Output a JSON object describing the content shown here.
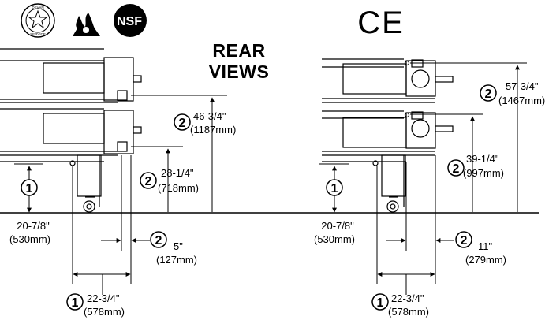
{
  "title": {
    "line1": "REAR",
    "line2": "VIEWS"
  },
  "certifications": {
    "csa_seal_top": "DEVAN",
    "csa_seal_bottom": "SERVICE",
    "nsf": "NSF",
    "ce": "CE"
  },
  "left_view": {
    "height_upper": {
      "ref": "2",
      "imperial": "46-3/4\"",
      "metric": "(1187mm)"
    },
    "height_lower": {
      "ref": "2",
      "imperial": "28-1/4\"",
      "metric": "(718mm)"
    },
    "leg_height": {
      "ref": "1",
      "imperial": "20-7/8\"",
      "metric": "(530mm)"
    },
    "offset": {
      "ref": "2",
      "imperial": "5\"",
      "metric": "(127mm)"
    },
    "depth": {
      "ref": "1",
      "imperial": "22-3/4\"",
      "metric": "(578mm)"
    }
  },
  "right_view": {
    "height_upper": {
      "ref": "2",
      "imperial": "57-3/4\"",
      "metric": "(1467mm)"
    },
    "height_lower": {
      "ref": "2",
      "imperial": "39-1/4\"",
      "metric": "(997mm)"
    },
    "leg_height": {
      "ref": "1",
      "imperial": "20-7/8\"",
      "metric": "(530mm)"
    },
    "offset": {
      "ref": "2",
      "imperial": "11\"",
      "metric": "(279mm)"
    },
    "depth": {
      "ref": "1",
      "imperial": "22-3/4\"",
      "metric": "(578mm)"
    }
  }
}
